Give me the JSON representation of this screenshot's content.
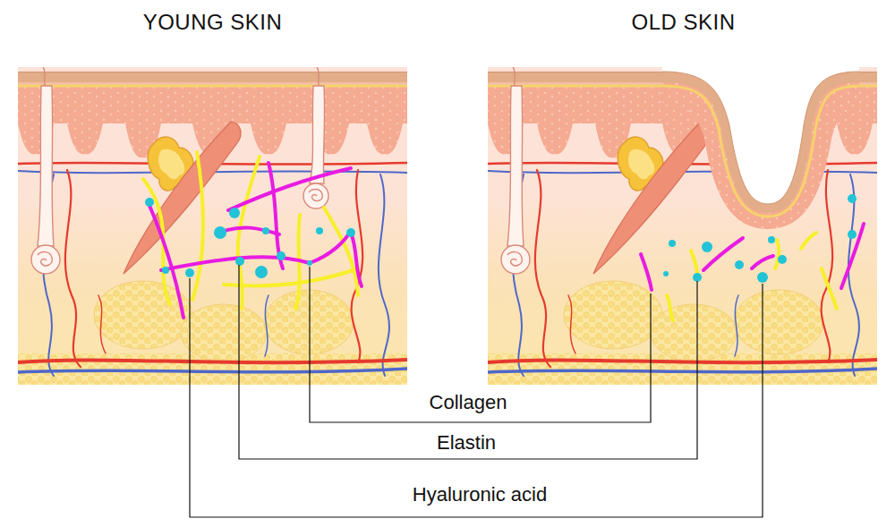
{
  "diagram": {
    "nodes": [
      {
        "text": [
          "YOUNG SKIN"
        ]
      },
      {
        "text": [
          "OLD SKIN"
        ]
      }
    ],
    "labels": [
      "Collagen",
      "Elastin",
      "Hyaluronic acid"
    ]
  }
}
